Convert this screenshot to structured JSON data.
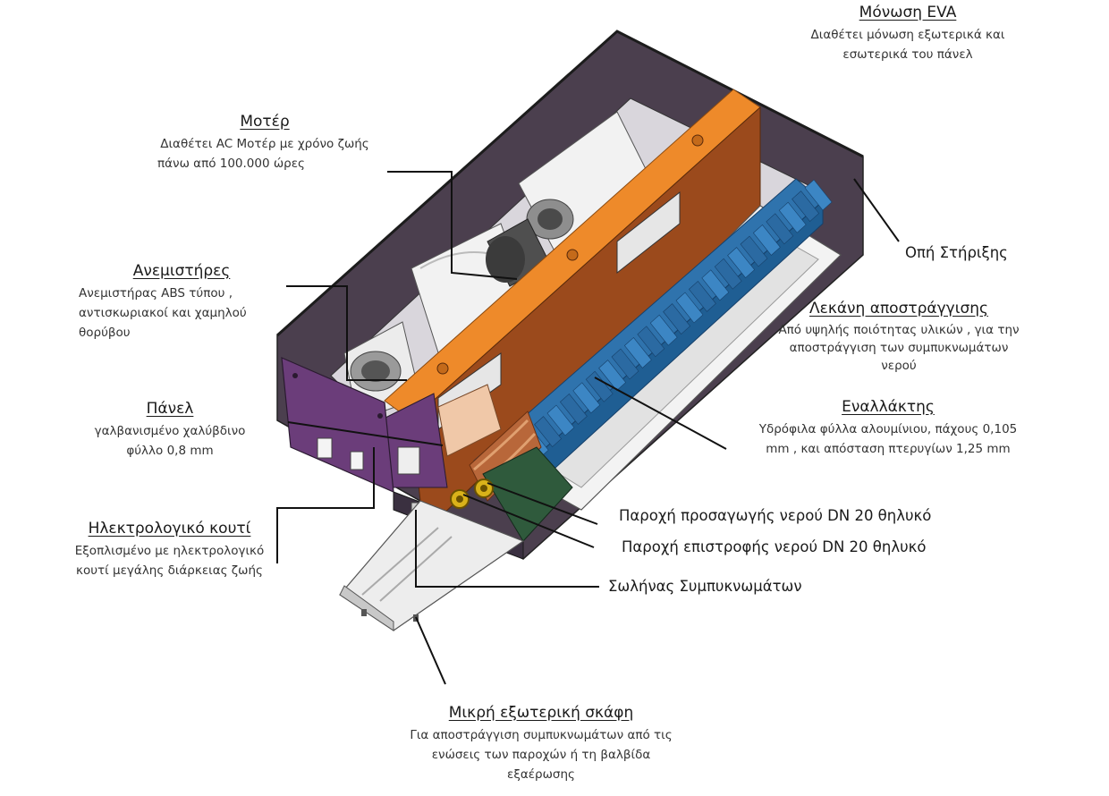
{
  "colors": {
    "casing": "#4b3f4e",
    "panel": "#6b3d7a",
    "orange": "#ee8a2a",
    "coil": "#2f73ad",
    "green": "#2f5a3c",
    "white": "#f1f1f1",
    "leader": "#111111"
  },
  "labels": {
    "insulation": {
      "title": "Μόνωση EVA",
      "desc": [
        "Διαθέτει μόνωση εξωτερικά και",
        "εσωτερικά του πάνελ"
      ]
    },
    "motor": {
      "title": "Μοτέρ",
      "desc": [
        "Διαθέτει AC Μοτέρ με χρόνο ζωής",
        "πάνω από 100.000 ώρες"
      ]
    },
    "fans": {
      "title": "Ανεμιστήρες",
      "desc": [
        "Ανεμιστήρας ABS τύπου ,",
        "αντισκωριακοί και χαμηλού",
        "θορύβου"
      ]
    },
    "panel": {
      "title": "Πάνελ",
      "desc": [
        "γαλβανισμένο χαλύβδινο",
        "φύλλο 0,8 mm"
      ]
    },
    "electrical_box": {
      "title": "Ηλεκτρολογικό κουτί",
      "desc": [
        "Εξοπλισμένο με ηλεκτρολογικό",
        "κουτί μεγάλης διάρκειας ζωής"
      ]
    },
    "mounting_hole": {
      "title": "Οπή Στήριξης"
    },
    "drain_pan": {
      "title": "Λεκάνη αποστράγγισης",
      "desc": [
        "Από υψηλής ποιότητας υλικών , για την",
        "αποστράγγιση των συμπυκνωμάτων",
        "νερού"
      ]
    },
    "exchanger": {
      "title": "Εναλλάκτης",
      "desc": [
        "Υδρόφιλα φύλλα αλουμίνιου, πάχους 0,105",
        "mm , και απόσταση πτερυγίων 1,25 mm"
      ]
    },
    "supply": {
      "title": "Παροχή προσαγωγής νερού DN 20 θηλυκό"
    },
    "return": {
      "title": "Παροχή επιστροφής νερού DN 20 θηλυκό"
    },
    "condensate_pipe": {
      "title": "Σωλήνας Συμπυκνωμάτων"
    },
    "small_tray": {
      "title": "Μικρή εξωτερική σκάφη",
      "desc": [
        "Για αποστράγγιση συμπυκνωμάτων από τις",
        "ενώσεις των παροχών ή τη βαλβίδα",
        "εξαέρωσης"
      ]
    }
  }
}
